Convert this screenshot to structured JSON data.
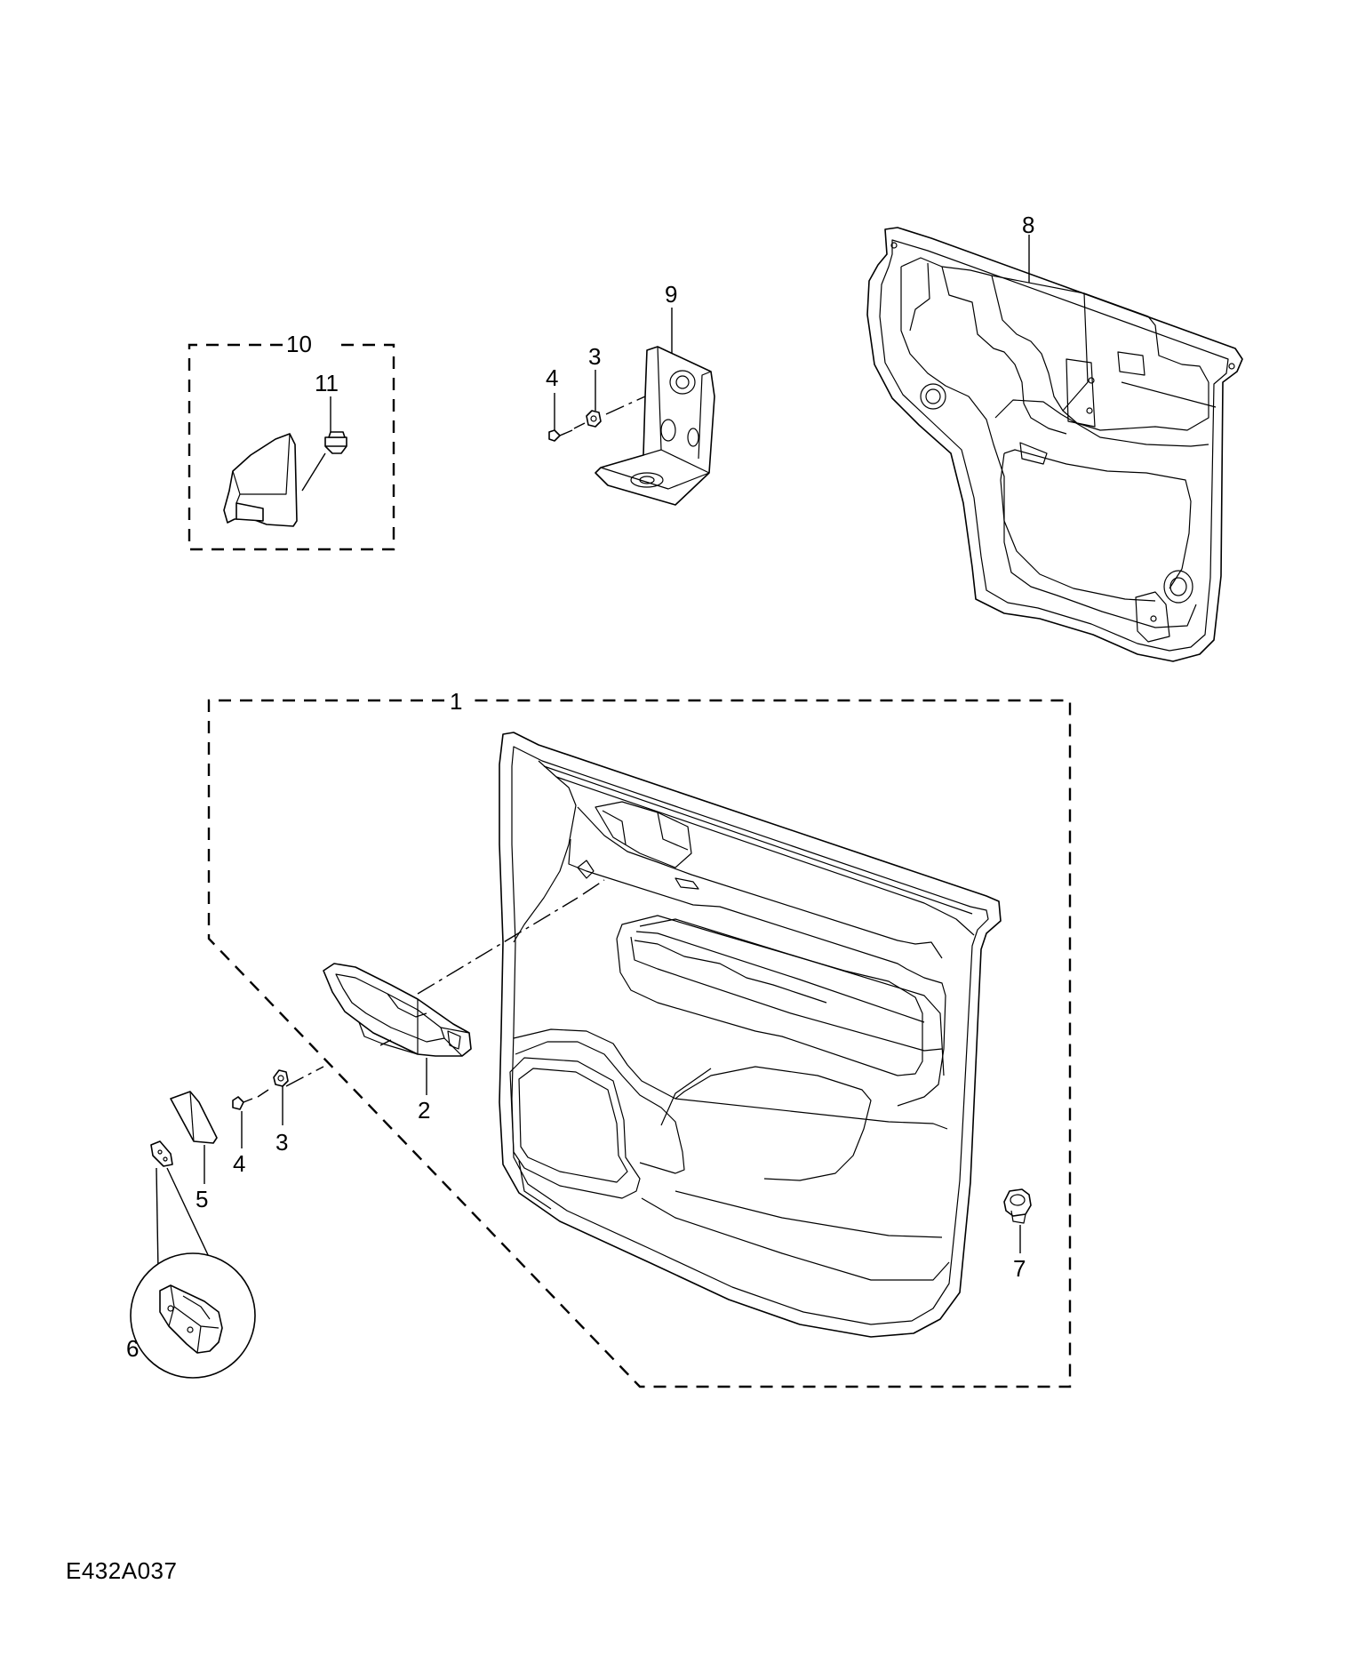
{
  "diagram": {
    "reference_code": "E432A037",
    "callouts": {
      "p1": "1",
      "p2": "2",
      "p3a": "3",
      "p3b": "3",
      "p4a": "4",
      "p4b": "4",
      "p5": "5",
      "p6": "6",
      "p7": "7",
      "p8": "8",
      "p9": "9",
      "p10": "10",
      "p11": "11"
    }
  }
}
